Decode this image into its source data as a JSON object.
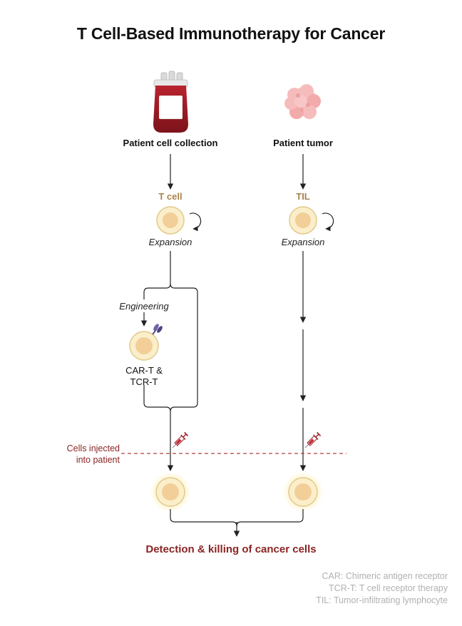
{
  "title": "T Cell-Based Immunotherapy for Cancer",
  "sources": {
    "left": "Patient cell collection",
    "right": "Patient tumor"
  },
  "cells": {
    "left": "T cell",
    "right": "TIL"
  },
  "expansion": {
    "left": "Expansion",
    "right": "Expansion"
  },
  "engineering": "Engineering",
  "engineered_cell": {
    "line1": "CAR-T &",
    "line2": "TCR-T"
  },
  "injection": {
    "line1": "Cells injected",
    "line2": "into patient"
  },
  "result": "Detection & killing of cancer cells",
  "legend": [
    "CAR: Chimeric antigen receptor",
    "TCR-T: T cell receptor therapy",
    "TIL: Tumor-infiltrating lymphocyte"
  ],
  "colors": {
    "cell_fill": "#fbeecb",
    "cell_stroke": "#e2c98a",
    "cell_nucleus": "#f2cf98",
    "accent_red": "#8b2424",
    "cell_label": "#a8834b",
    "blood_bag": "#9b1c25",
    "tumor": "#f4b6b6",
    "receptor": "#5a4f8c",
    "legend_text": "#b0b0b0"
  }
}
